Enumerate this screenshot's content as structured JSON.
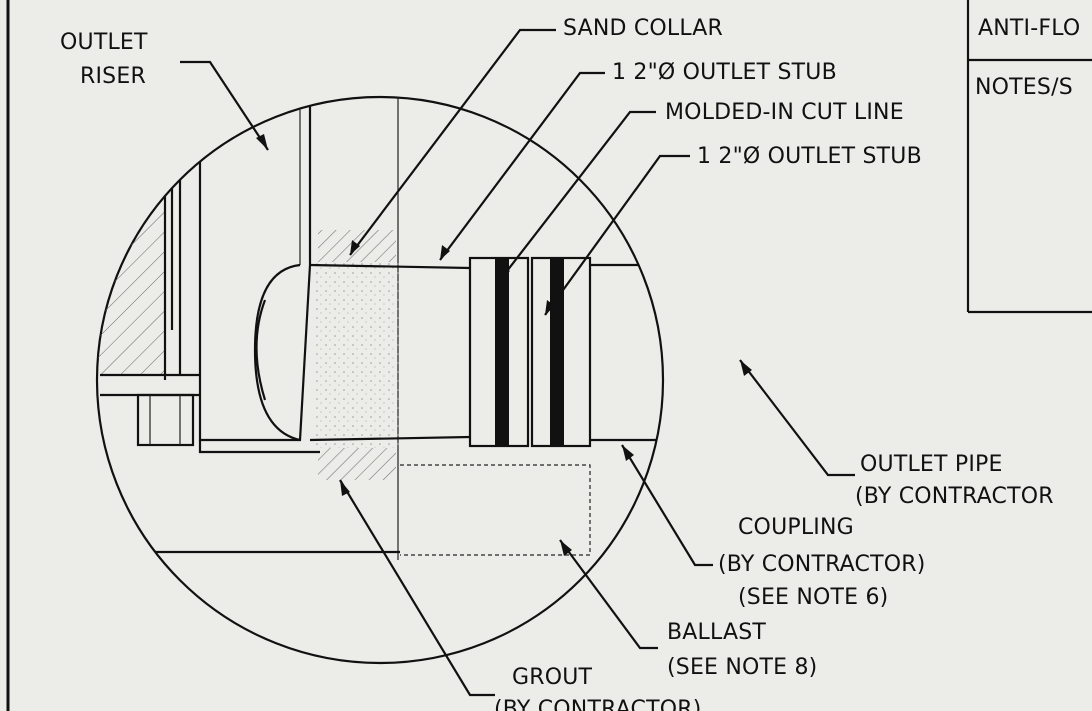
{
  "labels": {
    "outlet_riser": [
      "OUTLET",
      "RISER"
    ],
    "sand_collar": "SAND COLLAR",
    "outlet_stub_1": "1 2\"Ø OUTLET STUB",
    "molded_cut_line": "MOLDED-IN CUT LINE",
    "outlet_stub_2": "1 2\"Ø OUTLET STUB",
    "outlet_pipe": [
      "OUTLET PIPE",
      "(BY CONTRACTOR"
    ],
    "coupling": [
      "COUPLING",
      "(BY CONTRACTOR)",
      "(SEE NOTE 6)"
    ],
    "ballast": [
      "BALLAST",
      "(SEE NOTE 8)"
    ],
    "grout": [
      "GROUT",
      "(BY CONTRACTOR)"
    ]
  },
  "title_block": {
    "row1": "ANTI-FLO",
    "row2": "NOTES/S"
  },
  "colors": {
    "ink": "#111111",
    "paper": "#ecece9",
    "stipple": "#8d8d8a"
  }
}
